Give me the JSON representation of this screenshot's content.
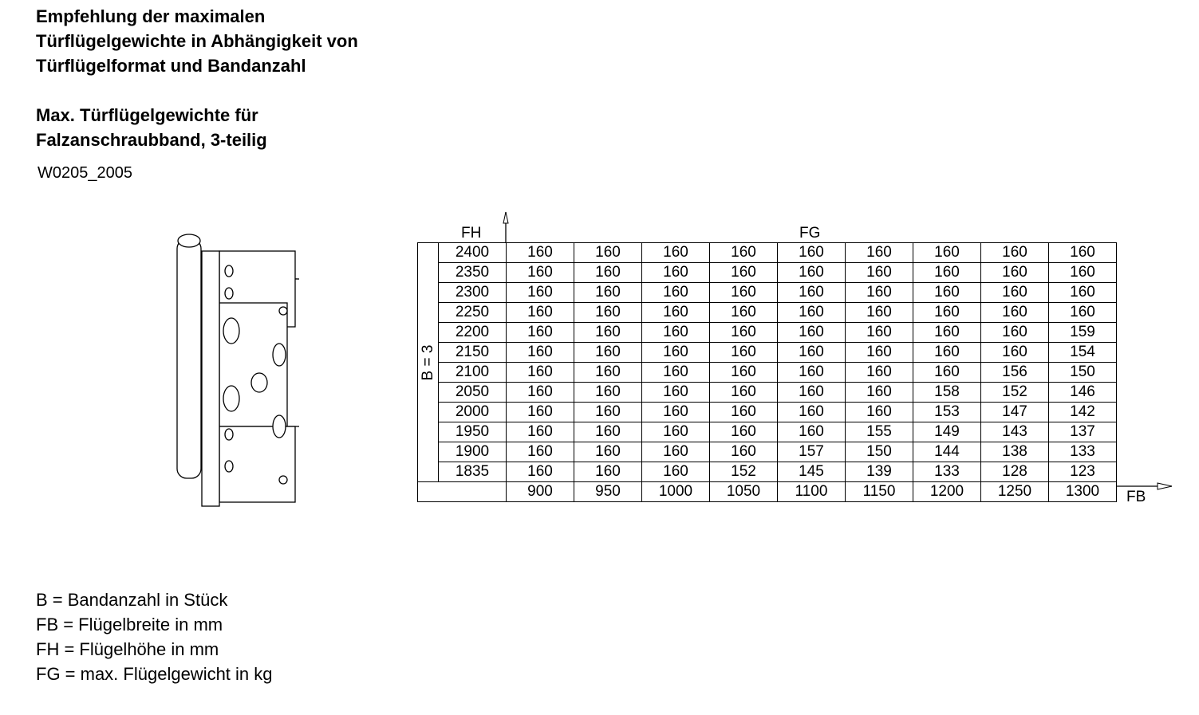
{
  "title_lines": [
    "Empfehlung der maximalen",
    "Türflügelgewichte in Abhängigkeit von",
    "Türflügelformat und Bandanzahl"
  ],
  "subtitle_lines": [
    "Max. Türflügelgewichte für",
    "Falzanschraubband, 3-teilig"
  ],
  "code": "W0205_2005",
  "table": {
    "fh_label": "FH",
    "fg_label": "FG",
    "fb_label": "FB",
    "b_label": "B = 3",
    "fb": [
      "900",
      "950",
      "1000",
      "1050",
      "1100",
      "1150",
      "1200",
      "1250",
      "1300"
    ],
    "rows": [
      {
        "fh": "2400",
        "v": [
          "160",
          "160",
          "160",
          "160",
          "160",
          "160",
          "160",
          "160",
          "160"
        ]
      },
      {
        "fh": "2350",
        "v": [
          "160",
          "160",
          "160",
          "160",
          "160",
          "160",
          "160",
          "160",
          "160"
        ]
      },
      {
        "fh": "2300",
        "v": [
          "160",
          "160",
          "160",
          "160",
          "160",
          "160",
          "160",
          "160",
          "160"
        ]
      },
      {
        "fh": "2250",
        "v": [
          "160",
          "160",
          "160",
          "160",
          "160",
          "160",
          "160",
          "160",
          "160"
        ]
      },
      {
        "fh": "2200",
        "v": [
          "160",
          "160",
          "160",
          "160",
          "160",
          "160",
          "160",
          "160",
          "159"
        ]
      },
      {
        "fh": "2150",
        "v": [
          "160",
          "160",
          "160",
          "160",
          "160",
          "160",
          "160",
          "160",
          "154"
        ]
      },
      {
        "fh": "2100",
        "v": [
          "160",
          "160",
          "160",
          "160",
          "160",
          "160",
          "160",
          "156",
          "150"
        ]
      },
      {
        "fh": "2050",
        "v": [
          "160",
          "160",
          "160",
          "160",
          "160",
          "160",
          "158",
          "152",
          "146"
        ]
      },
      {
        "fh": "2000",
        "v": [
          "160",
          "160",
          "160",
          "160",
          "160",
          "160",
          "153",
          "147",
          "142"
        ]
      },
      {
        "fh": "1950",
        "v": [
          "160",
          "160",
          "160",
          "160",
          "160",
          "155",
          "149",
          "143",
          "137"
        ]
      },
      {
        "fh": "1900",
        "v": [
          "160",
          "160",
          "160",
          "160",
          "157",
          "150",
          "144",
          "138",
          "133"
        ]
      },
      {
        "fh": "1835",
        "v": [
          "160",
          "160",
          "160",
          "152",
          "145",
          "139",
          "133",
          "128",
          "123"
        ]
      }
    ]
  },
  "legend": [
    "B = Bandanzahl in Stück",
    "FB = Flügelbreite in mm",
    "FH = Flügelhöhe in mm",
    "FG = max. Flügelgewicht in kg"
  ]
}
